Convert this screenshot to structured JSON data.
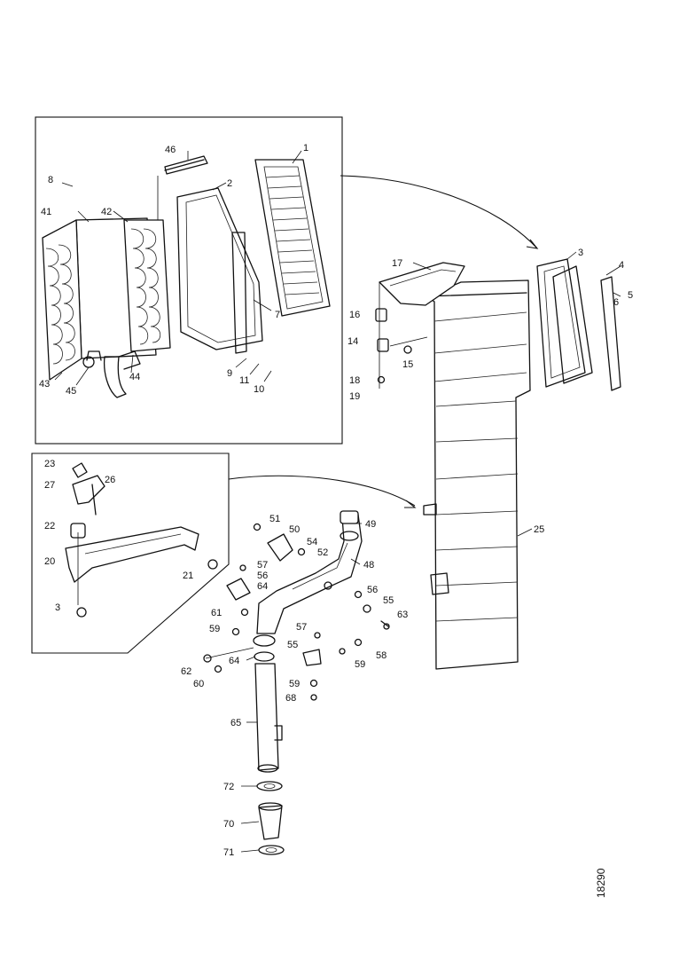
{
  "drawing_number": "18290",
  "callouts": {
    "c1": "1",
    "c2": "2",
    "c3": "3",
    "c3b": "3",
    "c4": "4",
    "c5": "5",
    "c6": "6",
    "c7": "7",
    "c8": "8",
    "c9": "9",
    "c10": "10",
    "c11": "11",
    "c14": "14",
    "c15": "15",
    "c16": "16",
    "c17": "17",
    "c18": "18",
    "c19": "19",
    "c20": "20",
    "c21": "21",
    "c22": "22",
    "c23": "23",
    "c25": "25",
    "c26": "26",
    "c27": "27",
    "c41": "41",
    "c42": "42",
    "c43": "43",
    "c44": "44",
    "c45": "45",
    "c46": "46",
    "c48": "48",
    "c49": "49",
    "c50": "50",
    "c51": "51",
    "c52": "52",
    "c54": "54",
    "c55": "55",
    "c55b": "55",
    "c56": "56",
    "c56b": "56",
    "c57": "57",
    "c57b": "57",
    "c58": "58",
    "c59": "59",
    "c59b": "59",
    "c59c": "59",
    "c60": "60",
    "c61": "61",
    "c62": "62",
    "c63": "63",
    "c64": "64",
    "c64b": "64",
    "c65": "65",
    "c68": "68",
    "c70": "70",
    "c71": "71",
    "c72": "72"
  }
}
